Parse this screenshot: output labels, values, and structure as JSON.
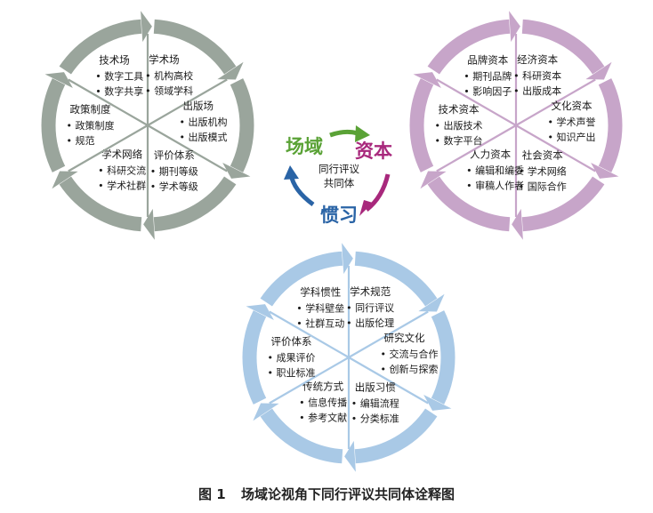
{
  "caption": {
    "figure": "图 1",
    "title": "场域论视角下同行评议共同体诠释图"
  },
  "center": {
    "field": "场域",
    "capital": "资本",
    "habitus": "惯习",
    "inner_line1": "同行评议",
    "inner_line2": "共同体",
    "colors": {
      "field": "#5aa236",
      "capital": "#a8287c",
      "habitus": "#2a64a6"
    }
  },
  "wheels": [
    {
      "key": "field",
      "color": "#9aa59c",
      "sectors": [
        {
          "title": "学术场",
          "items": [
            "机构高校",
            "领域学科"
          ]
        },
        {
          "title": "出版场",
          "items": [
            "出版机构",
            "出版模式"
          ]
        },
        {
          "title": "评价体系",
          "items": [
            "期刊等级",
            "学术等级"
          ]
        },
        {
          "title": "学术网络",
          "items": [
            "科研交流",
            "学术社群"
          ]
        },
        {
          "title": "政策制度",
          "items": [
            "政策制度",
            "规范"
          ]
        },
        {
          "title": "技术场",
          "items": [
            "数字工具",
            "数字共享"
          ]
        }
      ]
    },
    {
      "key": "capital",
      "color": "#c7a5c9",
      "sectors": [
        {
          "title": "经济资本",
          "items": [
            "科研资本",
            "出版成本"
          ]
        },
        {
          "title": "文化资本",
          "items": [
            "学术声誉",
            "知识产出"
          ]
        },
        {
          "title": "社会资本",
          "items": [
            "学术网络",
            "国际合作"
          ]
        },
        {
          "title": "人力资本",
          "items": [
            "编辑和编委",
            "审稿人作者"
          ]
        },
        {
          "title": "技术资本",
          "items": [
            "出版技术",
            "数字平台"
          ]
        },
        {
          "title": "品牌资本",
          "items": [
            "期刊品牌",
            "影响因子"
          ]
        }
      ]
    },
    {
      "key": "habitus",
      "color": "#a9c9e6",
      "sectors": [
        {
          "title": "学术规范",
          "items": [
            "同行评议",
            "出版伦理"
          ]
        },
        {
          "title": "研究文化",
          "items": [
            "交流与合作",
            "创新与探索"
          ]
        },
        {
          "title": "出版习惯",
          "items": [
            "编辑流程",
            "分类标准"
          ]
        },
        {
          "title": "传统方式",
          "items": [
            "信息传播",
            "参考文献"
          ]
        },
        {
          "title": "评价体系",
          "items": [
            "成果评价",
            "职业标准"
          ]
        },
        {
          "title": "学科惯性",
          "items": [
            "学科壁垒",
            "社群互动"
          ]
        }
      ]
    }
  ]
}
